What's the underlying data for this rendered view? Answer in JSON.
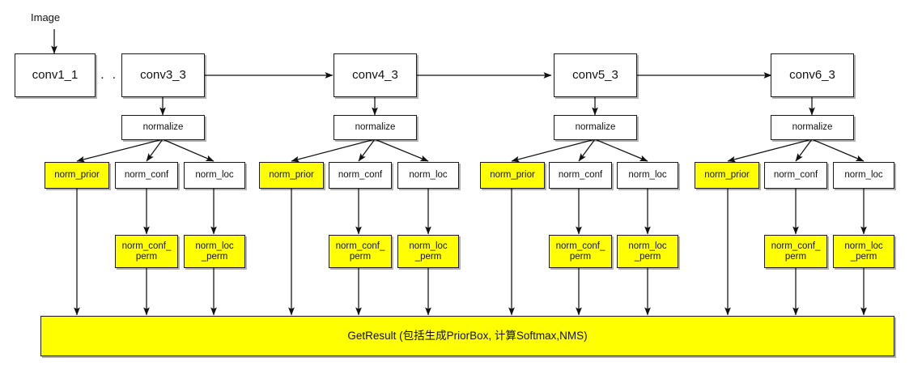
{
  "diagram": {
    "title_label": "Image",
    "ellipsis": ". . .",
    "backbone": [
      {
        "label": "conv1_1"
      },
      {
        "label": "conv3_3"
      },
      {
        "label": "conv4_3"
      },
      {
        "label": "conv5_3"
      },
      {
        "label": "conv6_3"
      }
    ],
    "normalize_label": "normalize",
    "branch_labels": {
      "prior": "norm_prior",
      "conf": "norm_conf",
      "loc": "norm_loc"
    },
    "perm_labels": {
      "conf_perm": "norm_conf_\nperm",
      "loc_perm": "norm_loc\n_perm"
    },
    "result_label": "GetResult (包括生成PriorBox, 计算Softmax,NMS)",
    "groups": [
      {
        "source": "conv3_3",
        "normalize": "normalize",
        "branches": [
          "norm_prior",
          "norm_conf",
          "norm_loc"
        ],
        "perms": [
          "norm_conf_\nperm",
          "norm_loc\n_perm"
        ]
      },
      {
        "source": "conv4_3",
        "normalize": "normalize",
        "branches": [
          "norm_prior",
          "norm_conf",
          "norm_loc"
        ],
        "perms": [
          "norm_conf_\nperm",
          "norm_loc\n_perm"
        ]
      },
      {
        "source": "conv5_3",
        "normalize": "normalize",
        "branches": [
          "norm_prior",
          "norm_conf",
          "norm_loc"
        ],
        "perms": [
          "norm_conf_\nperm",
          "norm_loc\n_perm"
        ]
      },
      {
        "source": "conv6_3",
        "normalize": "normalize",
        "branches": [
          "norm_prior",
          "norm_conf",
          "norm_loc"
        ],
        "perms": [
          "norm_conf_\nperm",
          "norm_loc\n_perm"
        ]
      }
    ],
    "colors": {
      "highlight": "#ffff00",
      "node_fill": "#ffffff",
      "stroke": "#1a1a1a",
      "background": "#ffffff"
    }
  }
}
